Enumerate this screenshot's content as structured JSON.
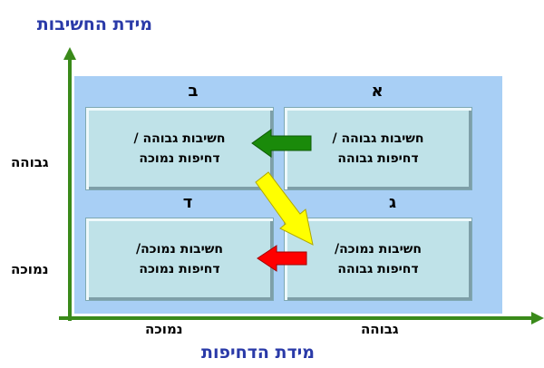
{
  "titles": {
    "y_axis": "מידת החשיבות",
    "x_axis": "מידת הדחיפות"
  },
  "y_labels": {
    "high": "גבוהה",
    "low": "נמוכה"
  },
  "x_labels": {
    "low": "נמוכה",
    "high": "גבוהה"
  },
  "quadrants": {
    "a": {
      "letter": "א",
      "line1": "חשיבות גבוהה /",
      "line2": "דחיפות גבוהה"
    },
    "b": {
      "letter": "ב",
      "line1": "חשיבות גבוהה /",
      "line2": "דחיפות נמוכה"
    },
    "c": {
      "letter": "ג",
      "line1": "חשיבות נמוכה/",
      "line2": "דחיפות גבוהה"
    },
    "d": {
      "letter": "ד",
      "line1": "חשיבות נמוכה/",
      "line2": "דחיפות נמוכה"
    }
  },
  "colors": {
    "title": "#2a3aa8",
    "axis": "#3a8a1a",
    "panel": "#a8cff5",
    "quad": "#bfe2e8",
    "arrow_green": "#1a8a0a",
    "arrow_yellow": "#ffff00",
    "arrow_red": "#ff0000"
  }
}
